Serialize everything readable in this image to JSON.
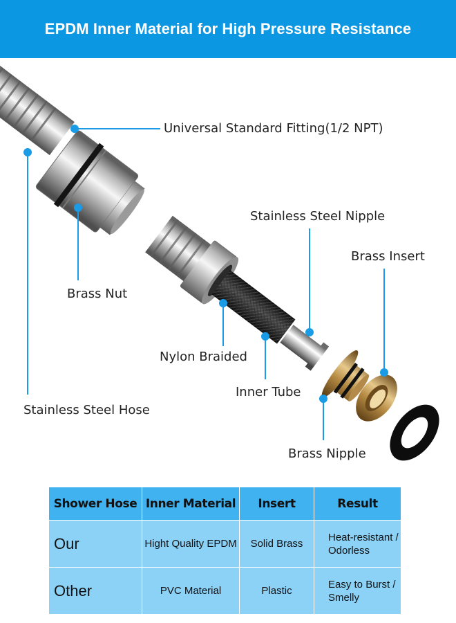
{
  "banner": {
    "title": "EPDM Inner Material for High Pressure Resistance"
  },
  "callouts": {
    "fitting": "Universal Standard Fitting(1/2 NPT)",
    "stainless_nipple": "Stainless Steel Nipple",
    "brass_insert": "Brass Insert",
    "brass_nut": "Brass Nut",
    "nylon_braided": "Nylon Braided",
    "inner_tube": "Inner Tube",
    "stainless_hose": "Stainless Steel Hose",
    "brass_nipple": "Brass Nipple"
  },
  "table": {
    "headers": [
      "Shower Hose",
      "Inner Material",
      "Insert",
      "Result"
    ],
    "rows": [
      [
        "Our",
        "Hight Quality EPDM",
        "Solid Brass",
        "Heat-resistant / Odorless"
      ],
      [
        "Other",
        "PVC Material",
        "Plastic",
        "Easy to Burst / Smelly"
      ]
    ]
  },
  "colors": {
    "banner": "#0c97e3",
    "table_header": "#41b2f0",
    "table_body": "#8cd2f7",
    "callout_line": "#1a9be6"
  }
}
